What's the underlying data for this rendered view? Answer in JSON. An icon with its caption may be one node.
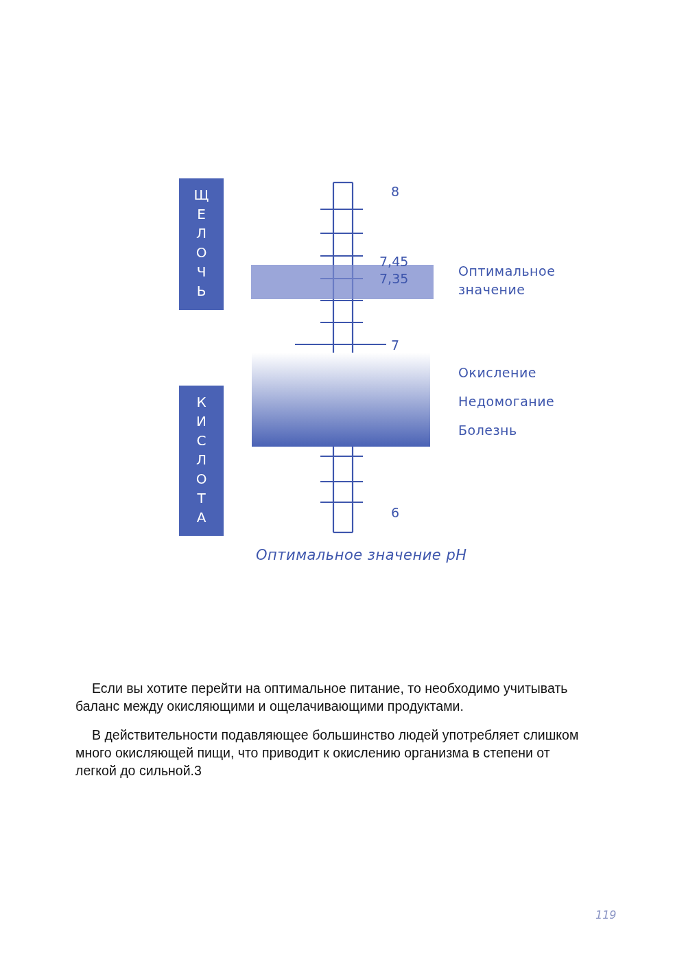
{
  "diagram": {
    "caption": "Оптимальное значение pH",
    "nodes": [
      {
        "text": [
          "ЩЕЛОЧЬ"
        ]
      },
      {
        "text": [
          "КИСЛОТА"
        ]
      },
      {
        "text": [],
        "shape": "bar",
        "beside": [
          "Оптимальное значение"
        ]
      },
      {
        "text": [],
        "shape": "box",
        "beside": [
          "Окисление",
          "Недомогание",
          "Болезнь"
        ]
      }
    ],
    "labels": [
      "8",
      "7,45",
      "7,35",
      "7",
      "6",
      "Если вы хотите перейти на оптимальное питание, то необходимо учитывать баланс между окисляющими и ощелачивающими продуктами.",
      "В действительности подавляющее большинство людей употребляет слишком много окисляющей пищи, что приводит к окислению организма в степени от легкой до сильной.3",
      "119"
    ]
  }
}
